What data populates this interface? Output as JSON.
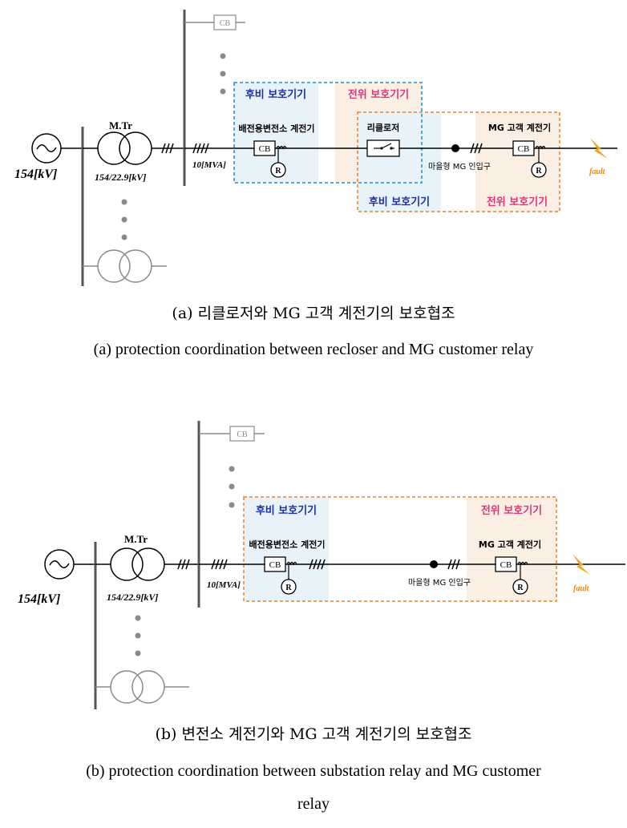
{
  "diagram_a": {
    "source_kv": "154[kV]",
    "transformer_label": "M.Tr",
    "transformer_ratio": "154/22.9[kV]",
    "capacity": "10[MVA]",
    "cb": "CB",
    "relay": "R",
    "feeder_cb": "CB",
    "backup_label_1": "후비 보호기기",
    "primary_label_1": "전위 보호기기",
    "backup_label_2": "후비 보호기기",
    "primary_label_2": "전위 보호기기",
    "substation_relay": "배전용변전소 계전기",
    "recloser": "리클로저",
    "mg_customer_relay": "MG 고객 계전기",
    "village_mg_entry": "마을형 MG 인입구",
    "fault": "fault",
    "caption_ko": "(a) 리클로저와 MG 고객 계전기의 보호협조",
    "caption_en": "(a) protection coordination between recloser and MG customer relay"
  },
  "diagram_b": {
    "source_kv": "154[kV]",
    "transformer_label": "M.Tr",
    "transformer_ratio": "154/22.9[kV]",
    "capacity": "10[MVA]",
    "cb": "CB",
    "relay": "R",
    "feeder_cb": "CB",
    "backup_label": "후비 보호기기",
    "primary_label": "전위 보호기기",
    "substation_relay": "배전용변전소 계전기",
    "mg_customer_relay": "MG 고객 계전기",
    "village_mg_entry": "마을형 MG 인입구",
    "fault": "fault",
    "caption_ko": "(b) 변전소 계전기와 MG 고객 계전기의 보호협조",
    "caption_en_line1": "(b) protection coordination between substation relay and MG customer",
    "caption_en_line2": "relay"
  },
  "colors": {
    "blue_zone": "#e8f3f9",
    "orange_zone": "#fbeee3",
    "blue_dash": "#3c9fcf",
    "orange_dash": "#e8954a",
    "blue_text": "#1f2fa8",
    "pink_text": "#e0357a",
    "fault_orange": "#e88a1c",
    "gray": "#8a8a8a"
  }
}
